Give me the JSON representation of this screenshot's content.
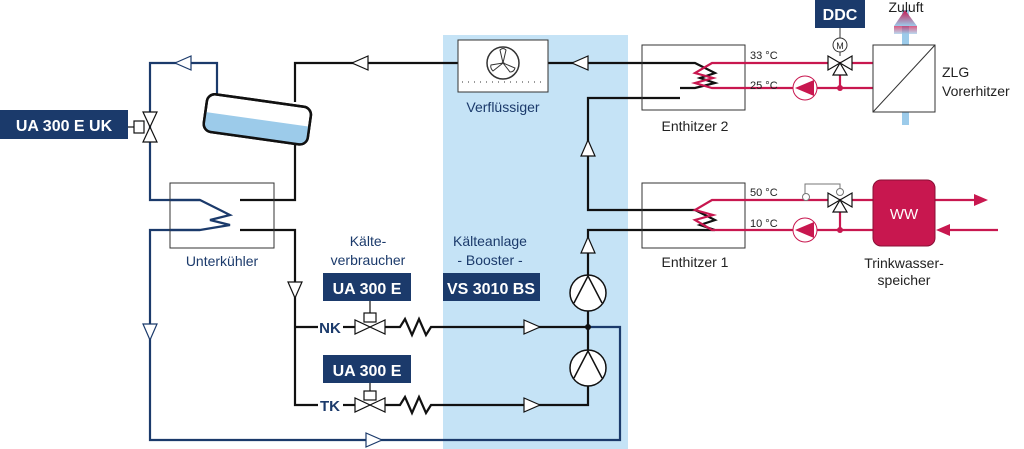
{
  "colors": {
    "navy": "#1b3a6b",
    "red": "#c8174f",
    "panel": "#c5e3f6",
    "liquid": "#9ccbea"
  },
  "labels": {
    "ua_uk": "UA 300 E UK",
    "verfluessiger": "Verflüssiger",
    "unterkuehler": "Unterkühler",
    "kaelte_1": "Kälte-",
    "kaelte_2": "verbraucher",
    "anlage_1": "Kälteanlage",
    "anlage_2": "- Booster -",
    "ua_nk": "UA 300 E",
    "ua_tk": "UA 300 E",
    "vs": "VS 3010 BS",
    "nk": "NK",
    "tk": "TK",
    "enthitzer2": "Enthitzer 2",
    "enthitzer1": "Enthitzer 1",
    "t33": "33 °C",
    "t25": "25 °C",
    "t50": "50 °C",
    "t10": "10 °C",
    "ddc": "DDC",
    "motor": "M",
    "zuluft": "Zuluft",
    "zlg_1": "ZLG",
    "zlg_2": "Vorerhitzer",
    "ww": "WW",
    "tws_1": "Trinkwasser-",
    "tws_2": "speicher"
  }
}
